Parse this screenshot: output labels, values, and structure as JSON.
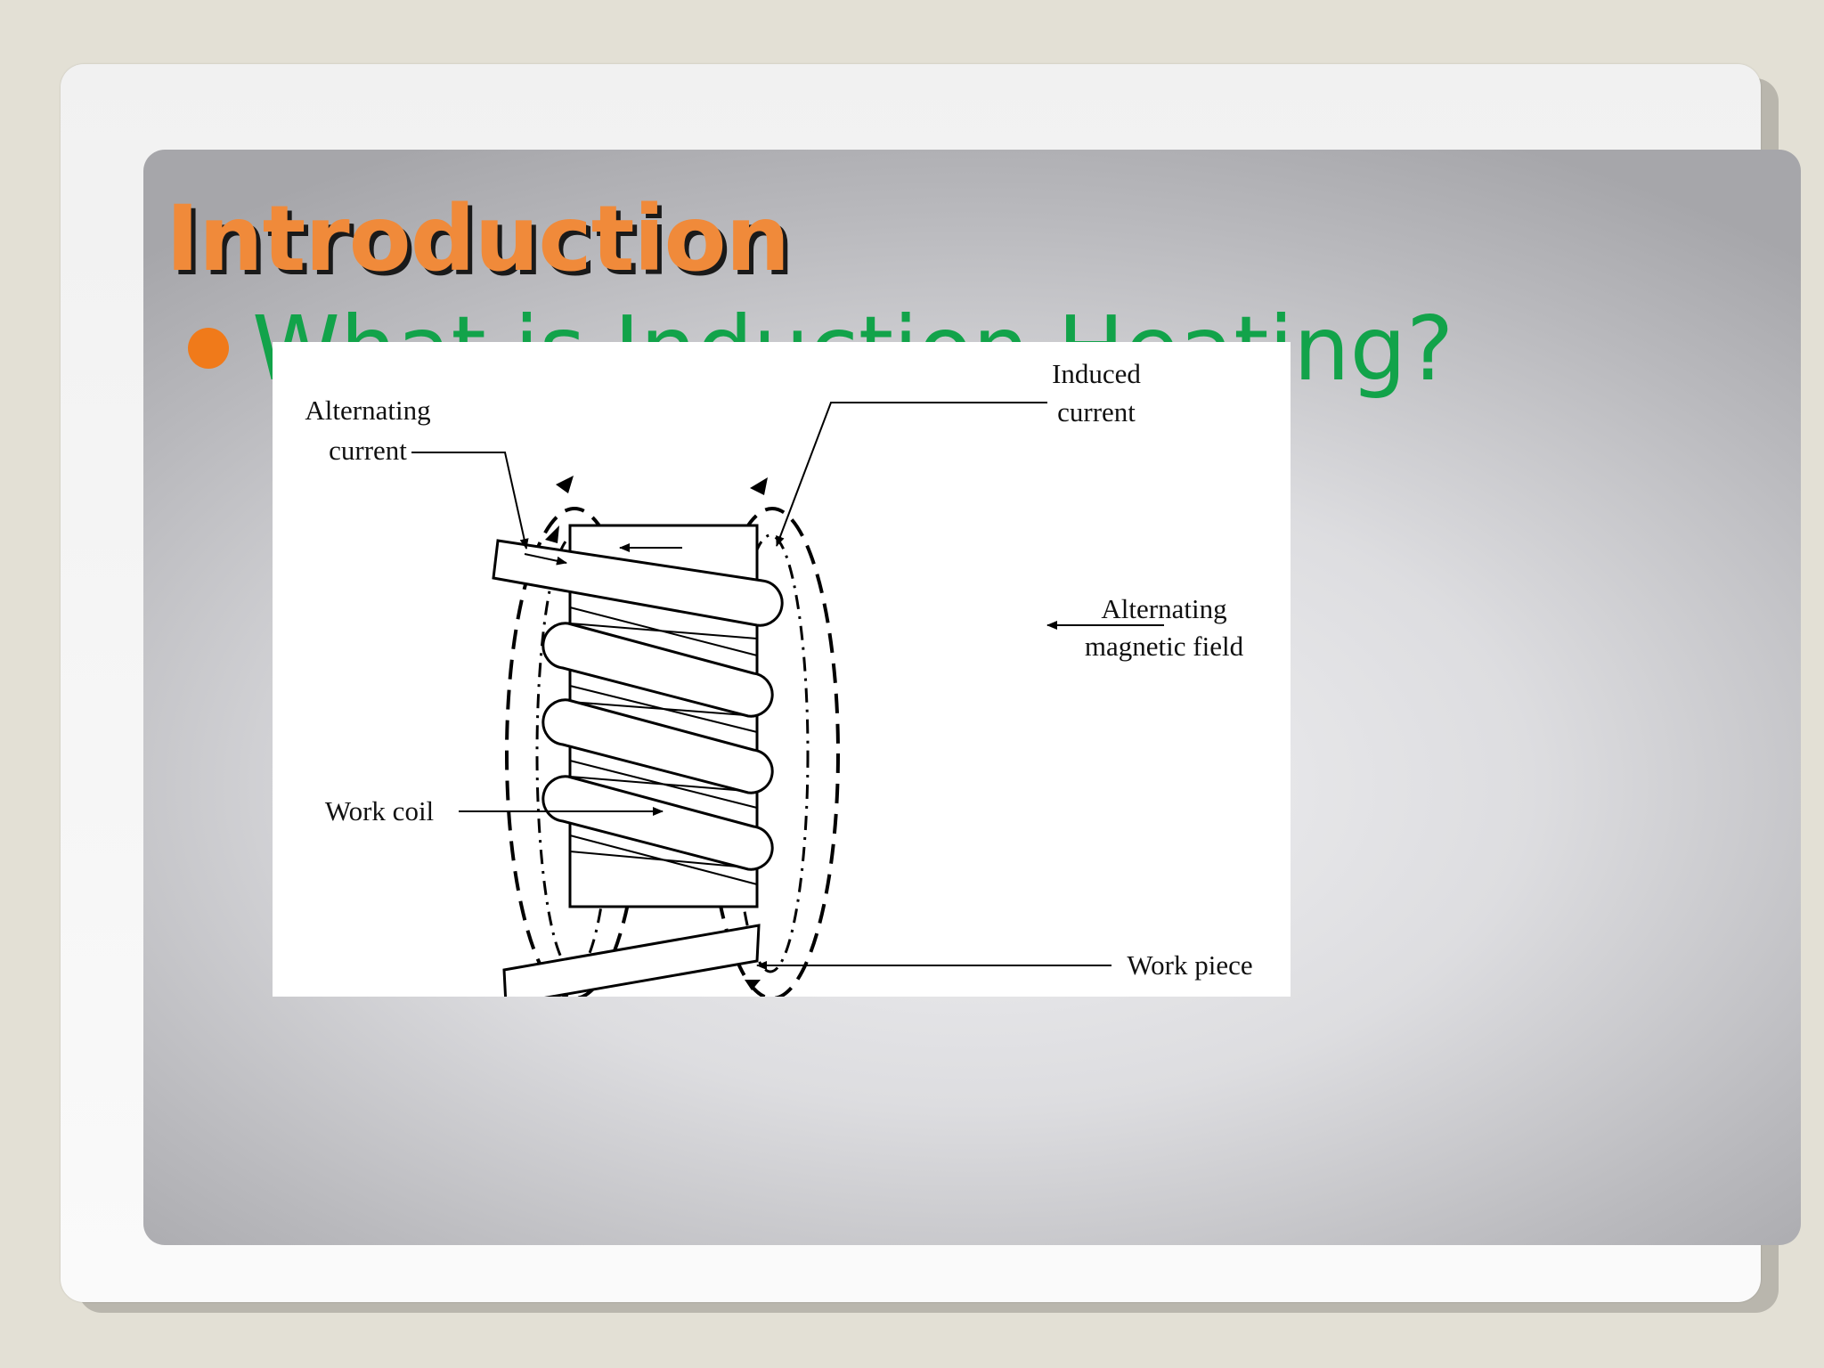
{
  "slide": {
    "title": "Introduction",
    "bullet": "What is Induction Heating?"
  },
  "figure": {
    "labels": {
      "alternating_current_line1": "Alternating",
      "alternating_current_line2": "current",
      "induced_current_line1": "Induced",
      "induced_current_line2": "current",
      "magnetic_field_line1": "Alternating",
      "magnetic_field_line2": "magnetic field",
      "work_coil": "Work coil",
      "work_piece": "Work piece"
    }
  },
  "colors": {
    "background": "#e3e0d5",
    "title": "#f08a3a",
    "bullet_text": "#12a34a",
    "bullet_dot": "#f07a1a"
  }
}
